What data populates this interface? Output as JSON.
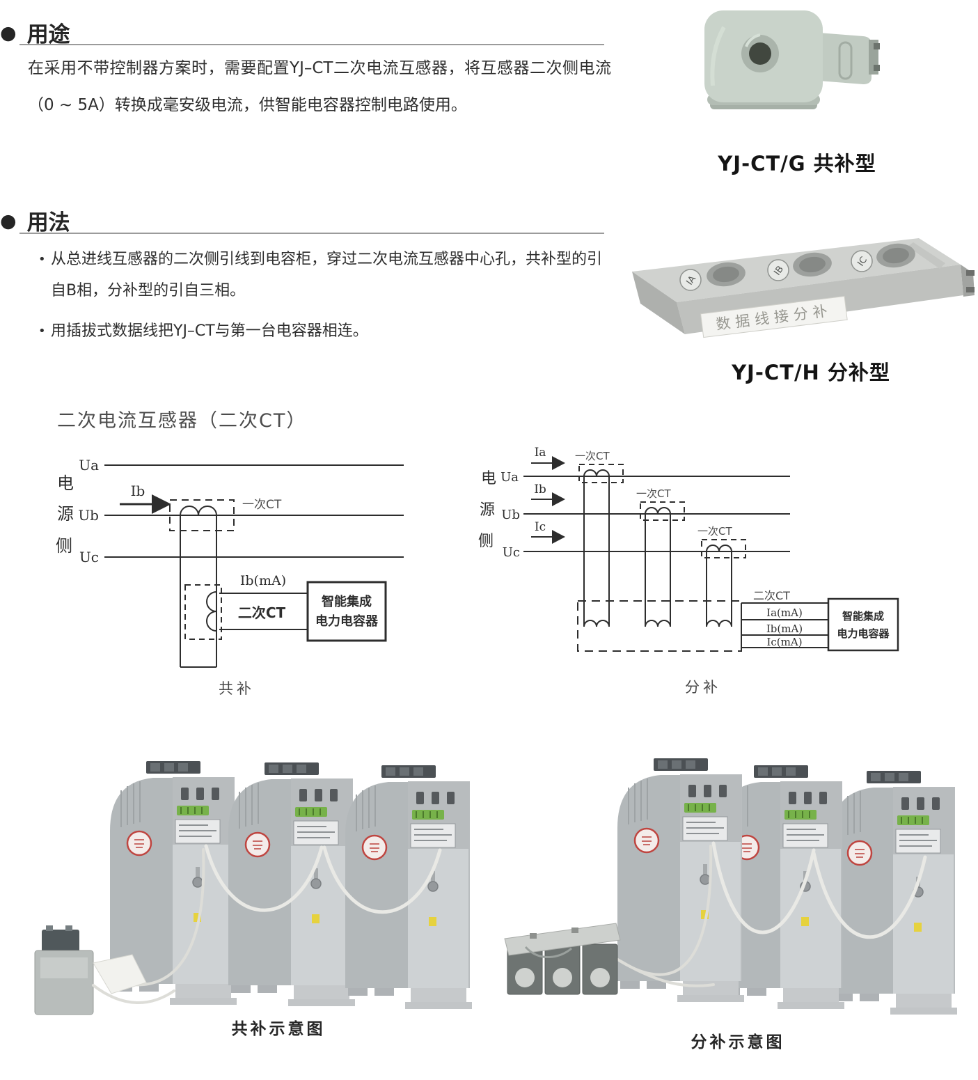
{
  "sections": {
    "purpose": {
      "marker": "●",
      "title": "用途",
      "body": "在采用不带控制器方案时，需要配置YJ–CT二次电流互感器，将互感器二次侧电流（0 ~ 5A）转换成毫安级电流，供智能电容器控制电路使用。"
    },
    "usage": {
      "marker": "●",
      "title": "用法",
      "bullet_marker": "•",
      "bullets": [
        "从总进线互感器的二次侧引线到电容柜，穿过二次电流互感器中心孔，共补型的引自B相，分补型的引自三相。",
        "用插拔式数据线把YJ–CT与第一台电容器相连。"
      ]
    }
  },
  "products": {
    "g_type": {
      "caption": "YJ-CT/G 共补型"
    },
    "h_type": {
      "caption": "YJ-CT/H 分补型",
      "sticker": "数据线接分补",
      "hole_labels": [
        "IA",
        "IB",
        "IC"
      ]
    }
  },
  "diagram": {
    "title": "二次电流互感器（二次CT）",
    "source_chars": [
      "电",
      "源",
      "侧"
    ],
    "common": {
      "phase_labels": [
        "Ua",
        "Ub",
        "Uc"
      ],
      "current_label": "Ib",
      "primary_ct_label": "一次CT",
      "secondary_ct_label": "二次CT",
      "output_label": "Ib(mA)",
      "capacitor_lines": [
        "智能集成",
        "电力电容器"
      ],
      "caption": "共补"
    },
    "split": {
      "phase_labels": [
        "Ua",
        "Ub",
        "Uc"
      ],
      "current_labels": [
        "Ia",
        "Ib",
        "Ic"
      ],
      "primary_ct_label": "一次CT",
      "secondary_ct_label": "二次CT",
      "output_labels": [
        "Ia(mA)",
        "Ib(mA)",
        "Ic(mA)"
      ],
      "capacitor_lines": [
        "智能集成",
        "电力电容器"
      ],
      "caption": "分补"
    }
  },
  "photos": {
    "common": {
      "caption": "共补示意图"
    },
    "split": {
      "caption": "分补示意图"
    }
  },
  "colors": {
    "seal_red": "#bf4540",
    "terminal_green": "#77b24a",
    "marker_yellow": "#e6d23e",
    "product_sage": "#c9d3ca",
    "rule_gray": "#9b9b9b",
    "line_black": "#2d2d2d"
  }
}
